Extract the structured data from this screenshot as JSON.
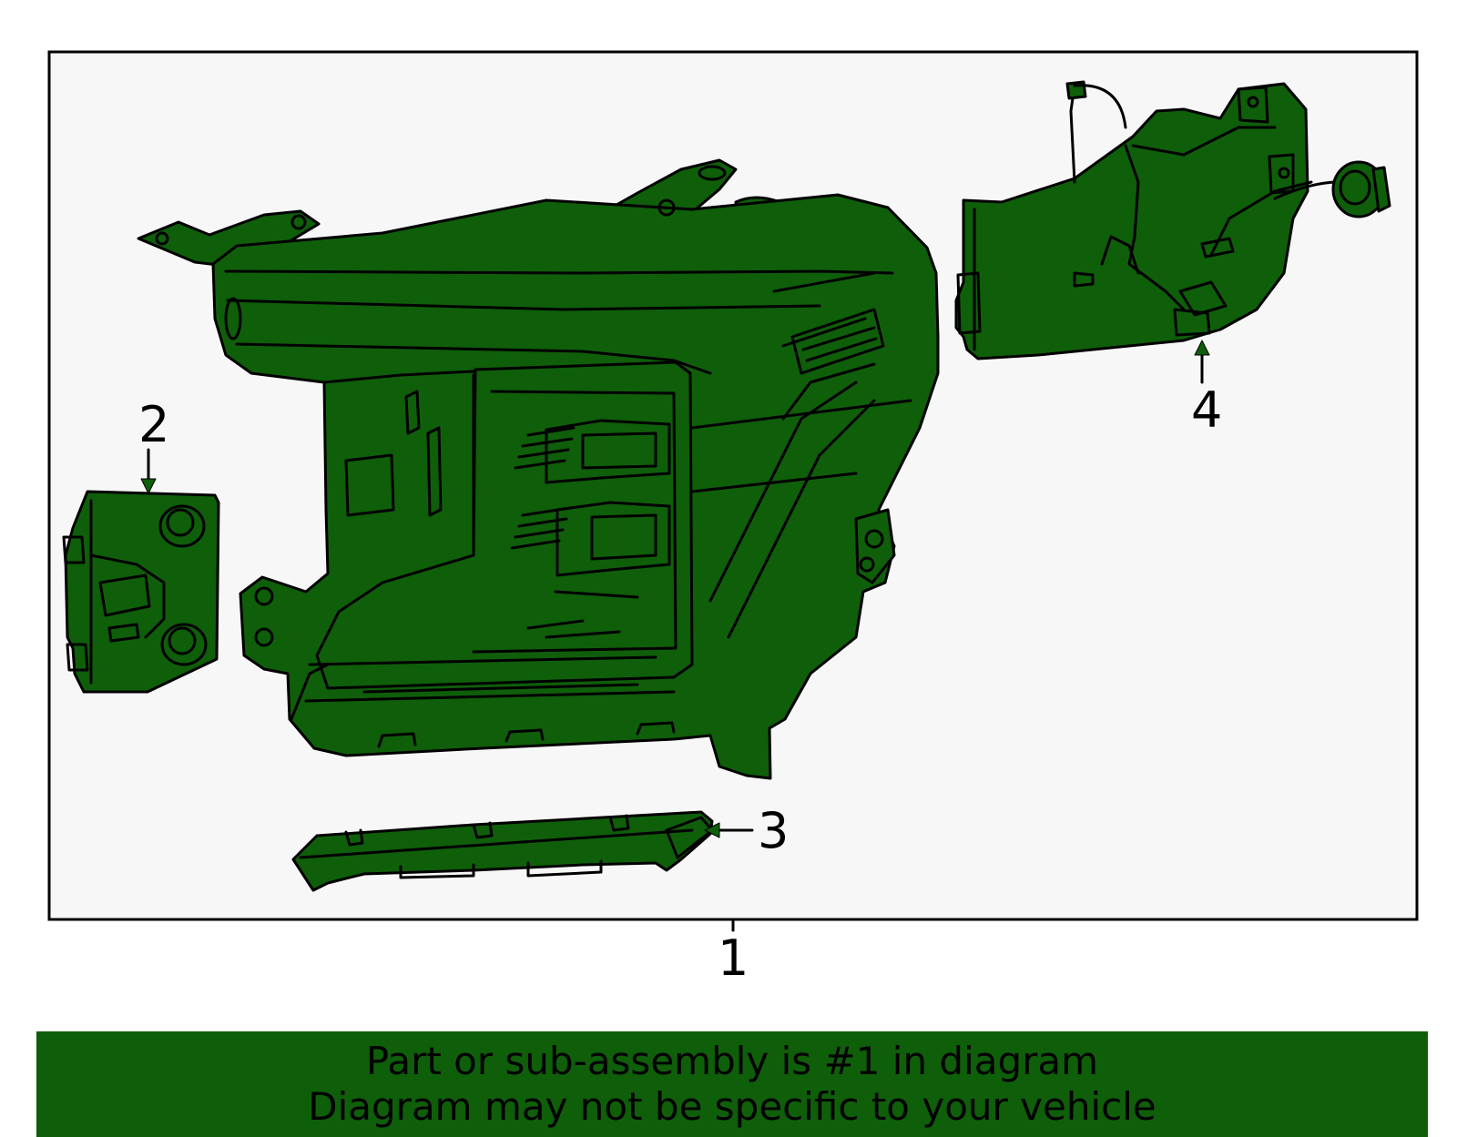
{
  "colors": {
    "part_fill": "#0f5e0a",
    "outline": "#000000",
    "frame_background": "#f7f7f7",
    "banner_background": "#0f5e0a",
    "banner_text": "#000000"
  },
  "callouts": [
    {
      "id": "1",
      "label": "1"
    },
    {
      "id": "2",
      "label": "2"
    },
    {
      "id": "3",
      "label": "3"
    },
    {
      "id": "4",
      "label": "4"
    }
  ],
  "banner": {
    "line1": "Part or sub-assembly is #1 in diagram",
    "line2": "Diagram may not be specific to your vehicle"
  }
}
